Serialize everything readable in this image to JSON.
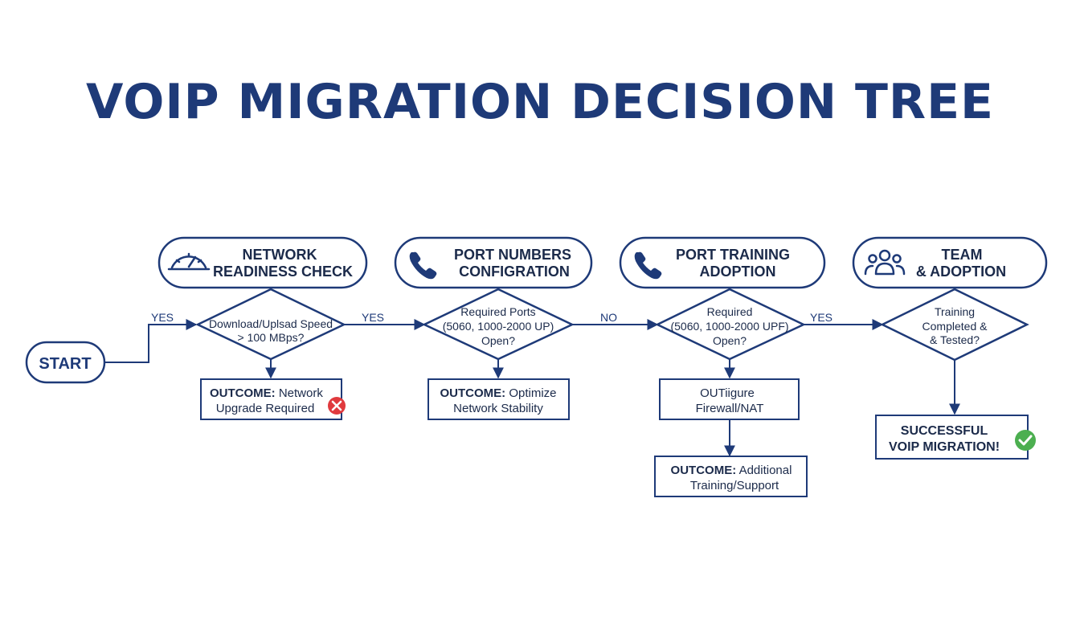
{
  "title": "VOIP MIGRATION DECISION TREE",
  "start_label": "START",
  "stages": [
    {
      "icon": "speedometer-icon",
      "line1": "NETWORK",
      "line2": "READINESS CHECK"
    },
    {
      "icon": "phone-icon",
      "line1": "PORT NUMBERS",
      "line2": "CONFIGRATION"
    },
    {
      "icon": "phone-icon",
      "line1": "PORT TRAINING",
      "line2": "ADOPTION"
    },
    {
      "icon": "team-icon",
      "line1": "TEAM",
      "line2": "& ADOPTION"
    }
  ],
  "decisions": [
    {
      "line1": "Download/Uplsad Speed",
      "line2": "> 100 MBps?",
      "line3": ""
    },
    {
      "line1": "Required Ports",
      "line2": "(5060, 1000-2000 UP)",
      "line3": "Open?"
    },
    {
      "line1": "Required",
      "line2": "(5060, 1000-2000 UPF)",
      "line3": "Open?"
    },
    {
      "line1": "Training",
      "line2": "Completed &",
      "line3": "& Tested?"
    }
  ],
  "edge_labels": [
    "YES",
    "YES",
    "NO",
    "YES"
  ],
  "outcomes": [
    {
      "bold": "OUTCOME:",
      "rest": "Network",
      "line2": "Upgrade Required",
      "status_icon": "error-x-icon",
      "status_color": "#e03a3e"
    },
    {
      "bold": "OUTCOME:",
      "rest": "Optimize",
      "line2": "Network Stability"
    },
    {
      "bold": "",
      "rest": "OUTiigure",
      "line2": "Firewall/NAT"
    },
    {
      "bold": "OUTCOME:",
      "rest": "Additional",
      "line2": "Training/Support"
    }
  ],
  "success": {
    "line1": "SUCCESSFUL",
    "line2": "VOIP MIGRATION!",
    "status_icon": "check-icon",
    "status_color": "#4caf50"
  },
  "colors": {
    "primary": "#1e3a78",
    "text": "#1b2a4a"
  }
}
